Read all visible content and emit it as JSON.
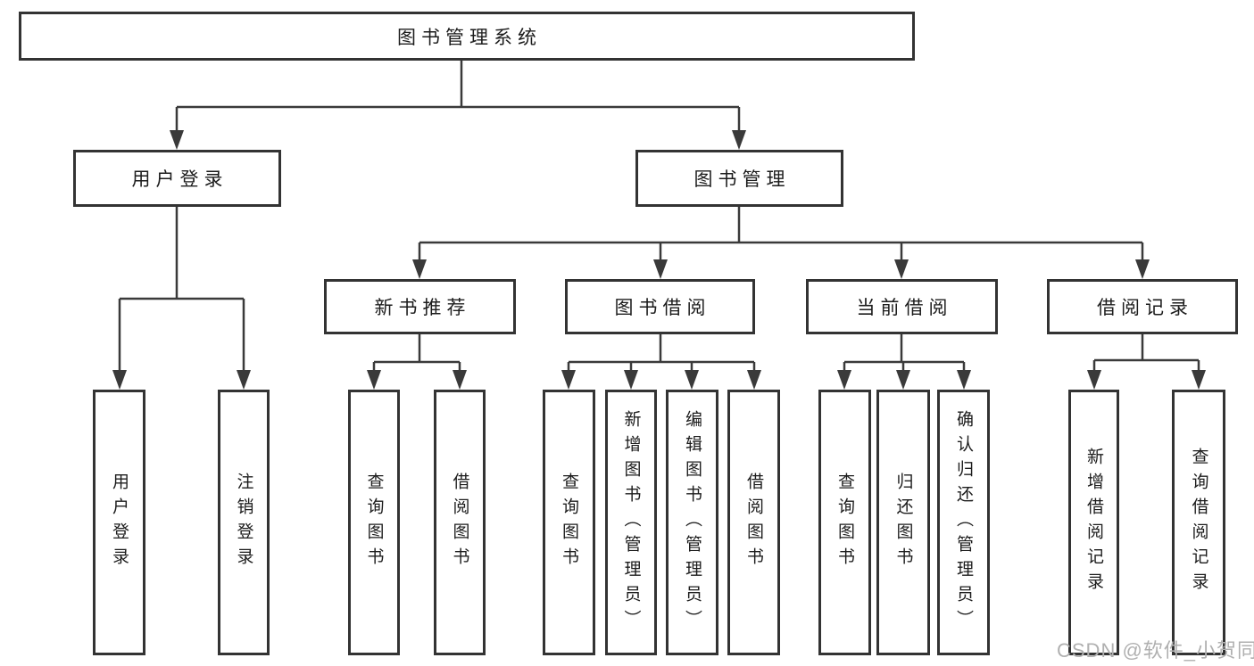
{
  "diagram_type": "tree-structure-chart",
  "nodes": {
    "root": {
      "label": "图书管理系统"
    },
    "user_login": {
      "label": "用户登录"
    },
    "book_management": {
      "label": "图书管理"
    },
    "new_book_recommendation": {
      "label": "新书推荐"
    },
    "book_borrowing": {
      "label": "图书借阅"
    },
    "current_borrowing": {
      "label": "当前借阅"
    },
    "borrowing_records": {
      "label": "借阅记录"
    },
    "leaf_user_login": {
      "label": "用户登录"
    },
    "leaf_logout": {
      "label": "注销登录"
    },
    "leaf_recommend_query": {
      "label": "查询图书"
    },
    "leaf_recommend_borrow": {
      "label": "借阅图书"
    },
    "leaf_borrow_query": {
      "label": "查询图书"
    },
    "leaf_borrow_add": {
      "label": "新增图书（管理员）"
    },
    "leaf_borrow_edit": {
      "label": "编辑图书（管理员）"
    },
    "leaf_borrow_borrow": {
      "label": "借阅图书"
    },
    "leaf_current_query": {
      "label": "查询图书"
    },
    "leaf_current_return": {
      "label": "归还图书"
    },
    "leaf_current_confirm": {
      "label": "确认归还（管理员）"
    },
    "leaf_record_add": {
      "label": "新增借阅记录"
    },
    "leaf_record_query": {
      "label": "查询借阅记录"
    }
  },
  "watermark": {
    "text": "CSDN @软件_小贺同学"
  },
  "colors": {
    "background": "#ffffff",
    "box_border": "#333333",
    "connector_line": "#3a3a3a",
    "text": "#1c1c1c",
    "watermark_text": "#b0b0b0"
  }
}
